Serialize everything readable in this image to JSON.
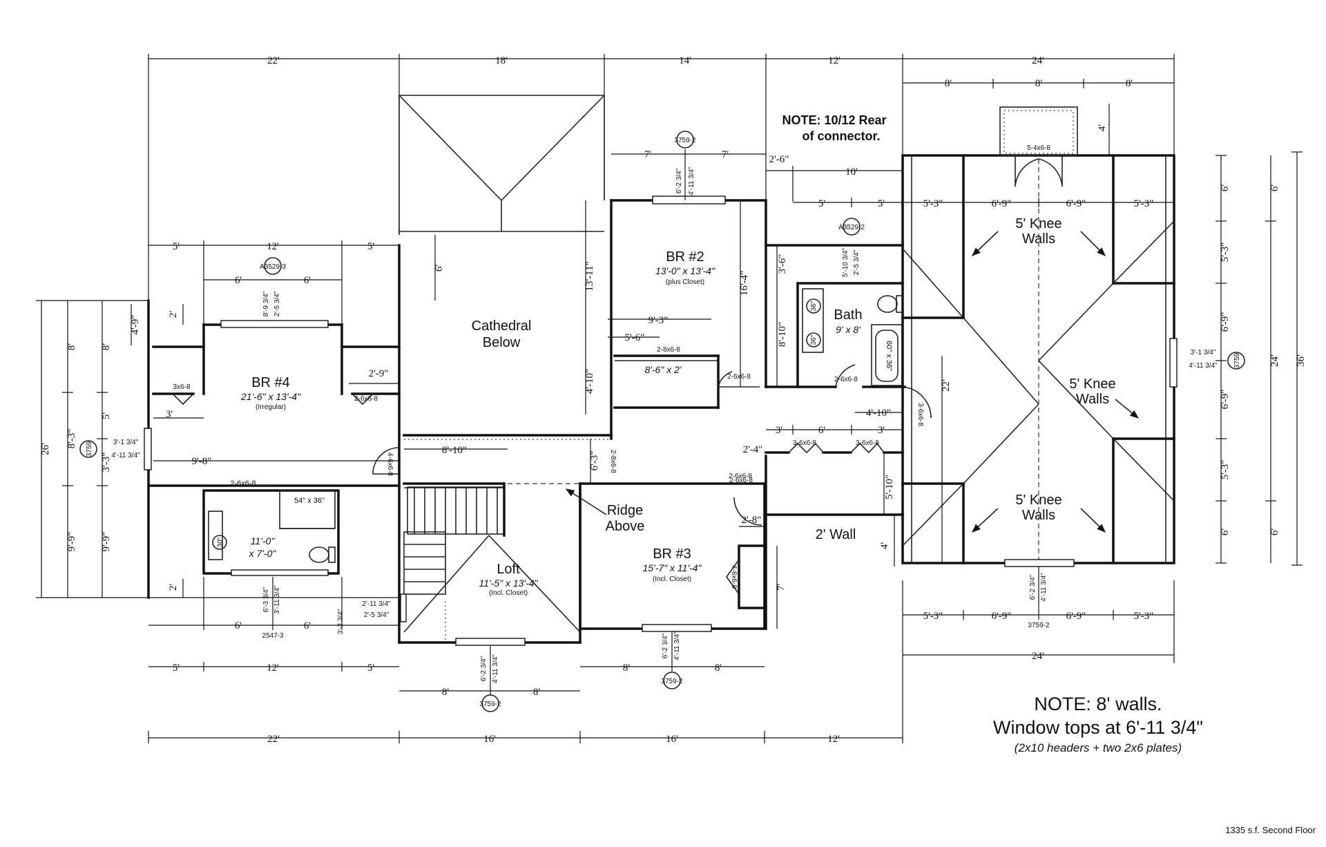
{
  "dimensions": {
    "top": [
      "22'",
      "18'",
      "14'",
      "12'",
      "24'"
    ],
    "top_right_sub": [
      "8'",
      "8'",
      "8'"
    ],
    "br2_top": [
      "7'",
      "7'"
    ],
    "connector": [
      "2'-6\"",
      "10'",
      "5'",
      "5'"
    ],
    "right_wing_top": [
      "5'-3\"",
      "6'-9\"",
      "6'-9\"",
      "5'-3\""
    ],
    "dormer_depth": "4'",
    "right_outer": [
      "6'",
      "5'-3\"",
      "6'-9\"",
      "6'-9\"",
      "5'-3\"",
      "6'"
    ],
    "right_total_inner": "24'",
    "right_total": "36'",
    "right_side_inner": [
      "6'",
      "24'",
      "6'"
    ],
    "br4_top": [
      "5'",
      "12'",
      "5'"
    ],
    "br4_window": [
      "6'",
      "6'"
    ],
    "left_total": "26'",
    "left_outer": [
      "8'",
      "8'-3\"",
      "9'-9\""
    ],
    "left_inner": [
      "4'-9\"",
      "8'",
      "5'",
      "3'-3\"",
      "9'-9\""
    ],
    "misc": [
      "2'",
      "2'",
      "2'-9\"",
      "3'",
      "9'-8\"",
      "8'-10\"",
      "6'-3\"",
      "13'-11\"",
      "4'-10\"",
      "6'",
      "16'-4\"",
      "9'-3\"",
      "5'-6\"",
      "3'-6\"",
      "8'-10\"",
      "22'",
      "4'-10\"",
      "3'",
      "6'",
      "3'",
      "2'-4\"",
      "5'-10\"",
      "2'-8\"",
      "4'",
      "7'"
    ],
    "window_heights": [
      "8'-9 3/4\"",
      "2'-5 3/4\"",
      "6'-2 3/4\"",
      "4'-11 3/4\"",
      "5'-10 3/4\"",
      "2'-5 3/4\"",
      "3'-1 3/4\"",
      "4'-11 3/4\"",
      "6'-3 3/4\"",
      "3'-11 3/4\"",
      "2'-11 3/4\"",
      "2'-5 3/4\"",
      "3'-2 3/4\""
    ],
    "bottom_br4": [
      "6'",
      "6'"
    ],
    "bottom_br4_outer": [
      "5'",
      "12'",
      "5'"
    ],
    "bottom_loft": [
      "8'",
      "8'"
    ],
    "bottom_br3": [
      "8'",
      "8'"
    ],
    "bottom_right": [
      "5'-3\"",
      "6'-9\"",
      "6'-9\"",
      "5'-3\""
    ],
    "bottom_right_total": "24'",
    "bottom_total": [
      "22'",
      "16'",
      "16'",
      "12'"
    ]
  },
  "labels": {
    "window_codes": [
      "3759-2",
      "A3529-3",
      "A3529-2",
      "3759",
      "3759",
      "2547-3",
      "3759-2",
      "3759-2",
      "3759-2"
    ],
    "door_codes": [
      "5-4x6-8",
      "3x6-8",
      "2-6x6-8",
      "2-6x6-8",
      "2-8x6-8",
      "2-6x6-8",
      "2-6x6-8",
      "3-6x6-8",
      "3-6x6-8",
      "2-6x6-8",
      "3-6x6-8",
      "2-8x6-8",
      "4-6x6-8",
      "2-6x6-8"
    ],
    "fixtures": {
      "shower_br4": "54\" x 36\"",
      "tub_bath": "60\" x 36\"",
      "sink_br4": "30\"",
      "sinks_bath": [
        "36\"",
        "36\""
      ]
    }
  },
  "rooms": {
    "br4": {
      "name": "BR #4",
      "size": "21'-6\" x 13'-4\"",
      "note": "(Irregular)"
    },
    "br4_bath": {
      "size1": "11'-0\"",
      "size2": "x 7'-0\""
    },
    "br2": {
      "name": "BR #2",
      "size": "13'-0\" x 13'-4\"",
      "note": "(plus Closet)"
    },
    "br2_closet": {
      "size": "8'-6\" x 2'"
    },
    "bath": {
      "name": "Bath",
      "size": "9' x 8'"
    },
    "cathedral": {
      "line1": "Cathedral",
      "line2": "Below"
    },
    "br3": {
      "name": "BR #3",
      "size": "15'-7\" x 11'-4\"",
      "note": "(Incl. Closet)"
    },
    "loft": {
      "name": "Loft",
      "size": "11'-5\" x 13'-4\"",
      "note": "(Incl. Closet)"
    },
    "ridge": {
      "line1": "Ridge",
      "line2": "Above"
    },
    "knee1": {
      "line1": "5' Knee",
      "line2": "Walls"
    },
    "knee2": {
      "line1": "5' Knee",
      "line2": "Walls"
    },
    "knee3": {
      "line1": "5' Knee",
      "line2": "Walls"
    },
    "wall2": "2' Wall"
  },
  "notes": {
    "connector_line1": "NOTE: 10/12 Rear",
    "connector_line2": "of connector.",
    "walls_line1": "NOTE: 8' walls.",
    "walls_line2": "Window tops at 6'-11 3/4\"",
    "walls_line3": "(2x10 headers + two 2x6 plates)"
  },
  "footer": "1335 s.f. Second Floor"
}
